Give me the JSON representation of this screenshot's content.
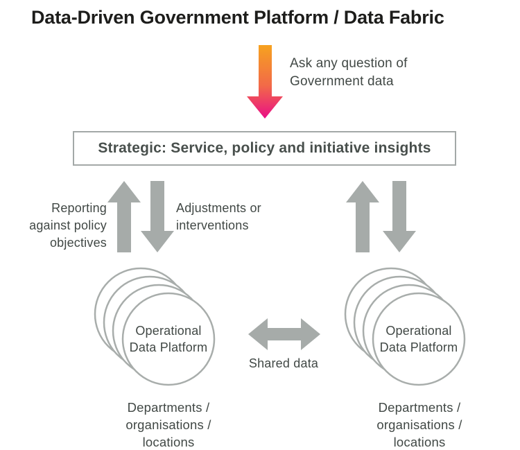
{
  "title": "Data-Driven Government Platform / Data Fabric",
  "top_flow": {
    "arrow_icon": "gradient-down-arrow",
    "label": "Ask any question of\nGovernment data"
  },
  "strategic_box": {
    "label": "Strategic: Service, policy and initiative insights"
  },
  "feedback_loop": {
    "reporting_label": "Reporting\nagainst policy\nobjectives",
    "adjustments_label": "Adjustments or\ninterventions"
  },
  "platforms": {
    "left": {
      "circle_label": "Operational\nData Platform",
      "caption": "Departments /\norganisations /\nlocations"
    },
    "right": {
      "circle_label": "Operational\nData Platform",
      "caption": "Departments /\norganisations /\nlocations"
    }
  },
  "shared_data": {
    "label": "Shared data"
  },
  "colors": {
    "gradient_top": "#F6A21F",
    "gradient_mid": "#F26A48",
    "gradient_bottom": "#E90E86",
    "arrow_gray": "#a6aba9",
    "circle_stroke": "#a8adab",
    "circle_fill": "#ffffff",
    "box_border": "#a3a8a7",
    "title_color": "#1d1d1b",
    "text_color": "#414845"
  }
}
